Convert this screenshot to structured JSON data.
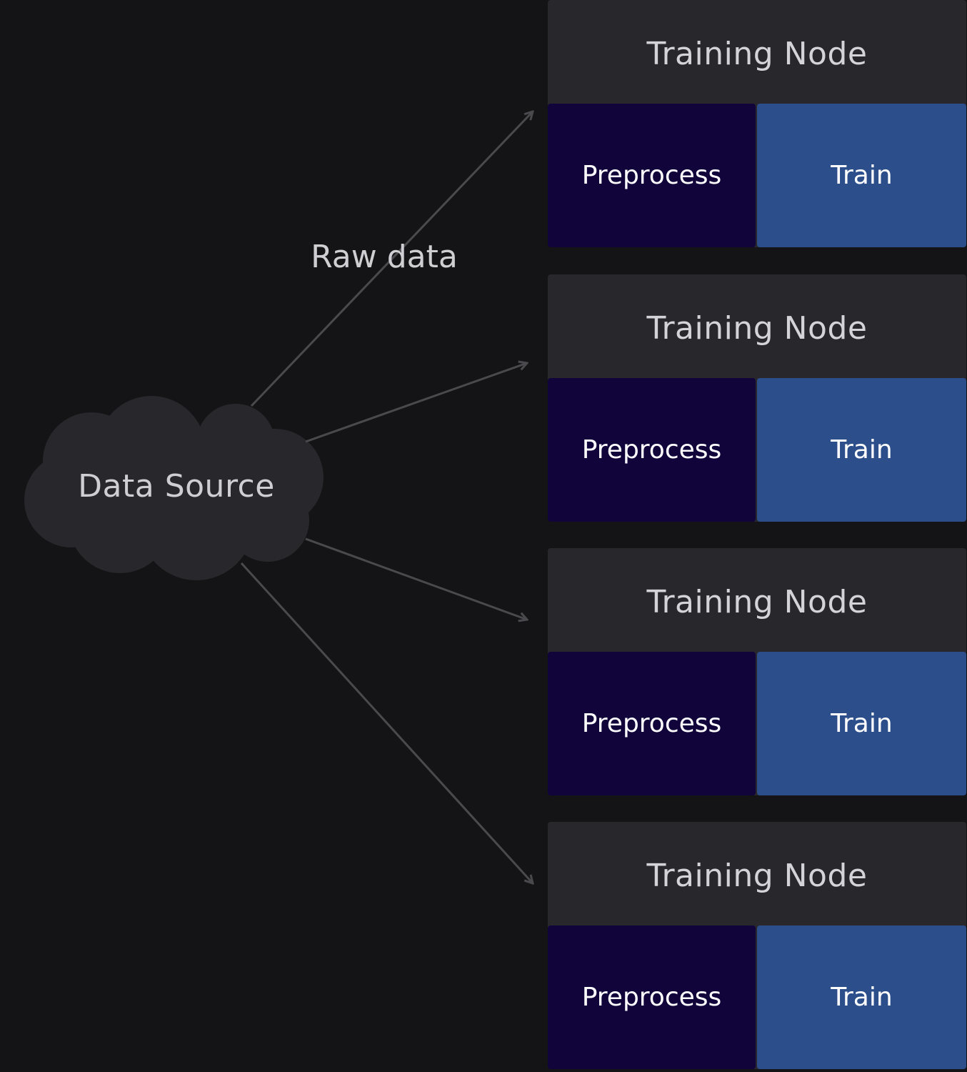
{
  "diagram": {
    "source": {
      "label": "Data Source"
    },
    "edge_label": "Raw data",
    "nodes": [
      {
        "title": "Training Node",
        "stages": [
          "Preprocess",
          "Train"
        ]
      },
      {
        "title": "Training Node",
        "stages": [
          "Preprocess",
          "Train"
        ]
      },
      {
        "title": "Training Node",
        "stages": [
          "Preprocess",
          "Train"
        ]
      },
      {
        "title": "Training Node",
        "stages": [
          "Preprocess",
          "Train"
        ]
      }
    ],
    "colors": {
      "background": "#141416",
      "cloud": "#28282c",
      "node": "#28282c",
      "preprocess": "#10043a",
      "train": "#2c4e8a",
      "arrow": "#4a4a4e"
    }
  }
}
